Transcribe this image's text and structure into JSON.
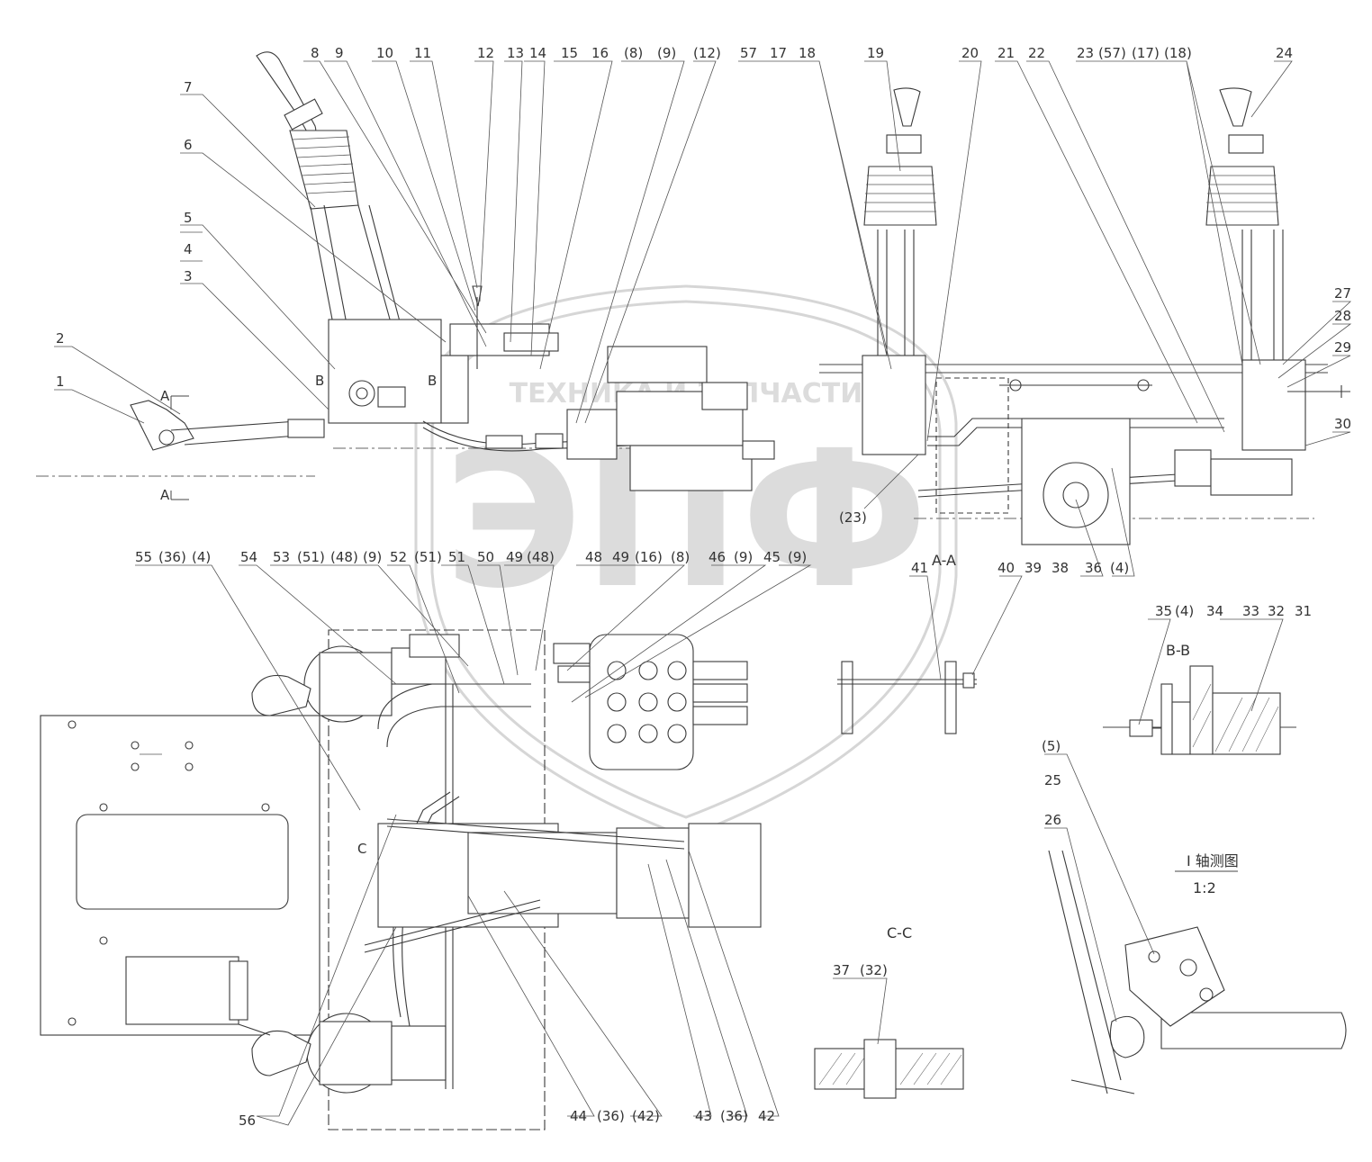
{
  "watermark": {
    "logo_text": "ЭПФ",
    "arc_text": "ТЕХНИКА И ЗАПЧАСТИ"
  },
  "top_labels": [
    "8",
    "9",
    "10",
    "11",
    "12",
    "13",
    "14",
    "15",
    "16",
    "(8)",
    "(9)",
    "(12)",
    "57",
    "17",
    "18",
    "19",
    "20",
    "21",
    "22",
    "23",
    "(57)",
    "(17)",
    "(18)",
    "24"
  ],
  "left_labels": [
    "7",
    "6",
    "5",
    "4",
    "3",
    "2",
    "1"
  ],
  "right_labels": [
    "27",
    "28",
    "29",
    "30"
  ],
  "misc_labels": {
    "l23": "(23)",
    "l36": "36",
    "l4": "(4)",
    "l41": "41",
    "l40": "40",
    "l39": "39",
    "l38": "38",
    "sec_a": "A",
    "sec_a2": "A",
    "sec_b1": "B",
    "sec_b2": "B",
    "sec_c": "C",
    "l5": "(5)",
    "l25": "25",
    "l26": "26",
    "l37": "37",
    "l32p": "(32)",
    "l56": "56"
  },
  "mid_labels": [
    "55",
    "(36)",
    "(4)",
    "54",
    "53",
    "(51)",
    "(48)",
    "(9)",
    "52",
    "(51)",
    "51",
    "50",
    "49",
    "(48)",
    "48",
    "49",
    "(16)",
    "(8)",
    "46",
    "(9)",
    "45",
    "(9)"
  ],
  "bottom_labels": [
    "44",
    "(36)",
    "(42)",
    "43",
    "(36)",
    "42"
  ],
  "bb_labels": [
    "35",
    "(4)",
    "34",
    "33",
    "32",
    "31"
  ],
  "section_titles": {
    "aa": "A-A",
    "bb": "B-B",
    "cc": "C-C",
    "iso": "Ⅰ 轴测图",
    "iso_scale": "1:2"
  }
}
